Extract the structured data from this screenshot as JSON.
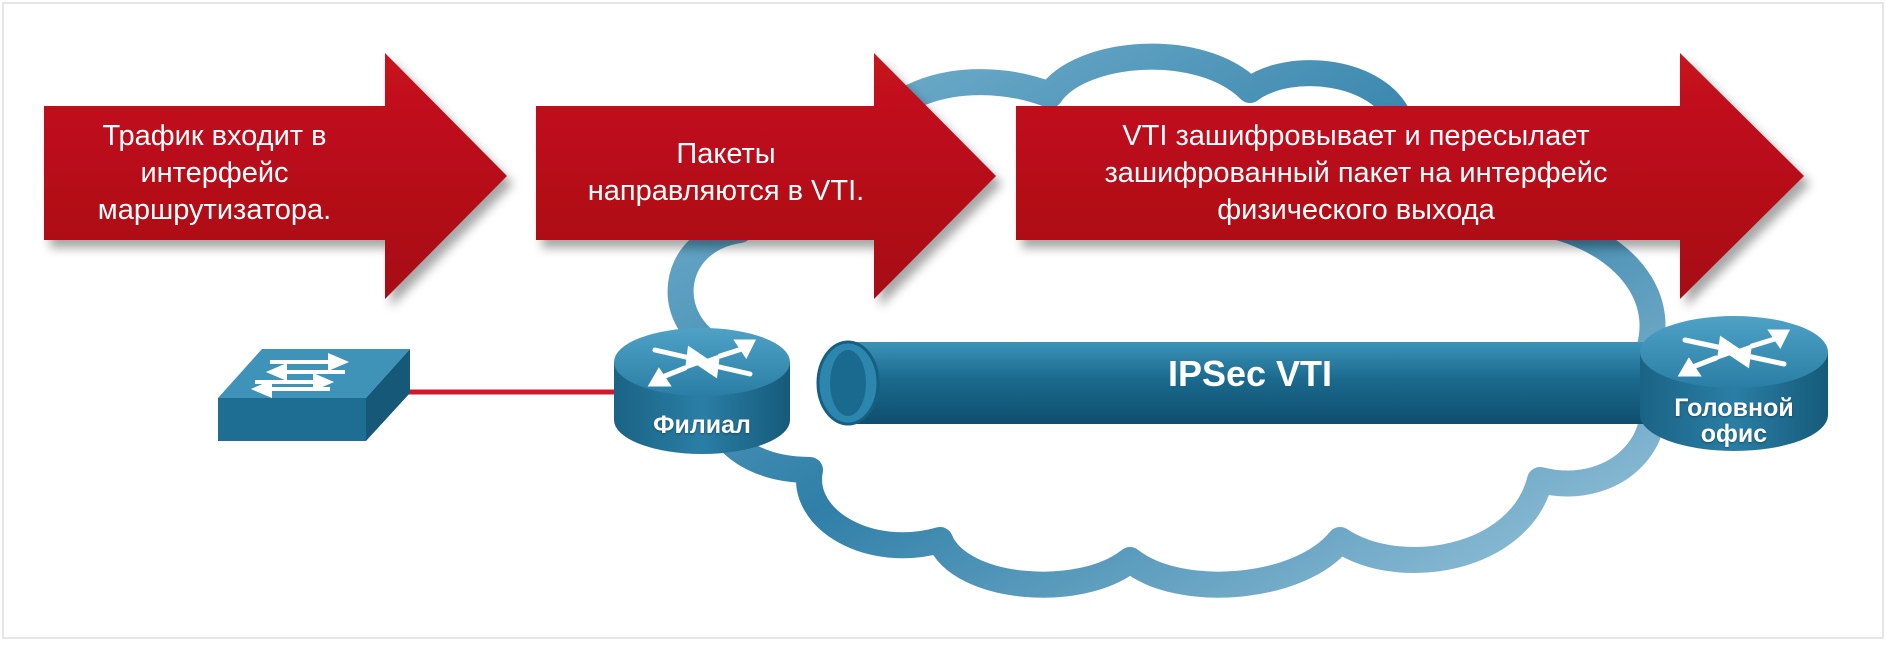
{
  "steps": [
    {
      "text": "Трафик входит в\nинтерфейс\nмаршрутизатора."
    },
    {
      "text": "Пакеты\nнаправляются в VTI."
    },
    {
      "text": "VTI зашифровывает и пересылает\nзашифрованный пакет на интерфейс\nфизического выхода"
    }
  ],
  "tunnel": {
    "label": "IPSec VTI"
  },
  "devices": {
    "branch_router": {
      "label": "Филиал"
    },
    "hq_router": {
      "label": "Головной\nофис"
    }
  },
  "colors": {
    "arrow": "#c0121b",
    "tunnel": "#1d6f93",
    "cloud": "#3a8cb4",
    "device": "#1f6f97",
    "link": "#d4172b"
  }
}
